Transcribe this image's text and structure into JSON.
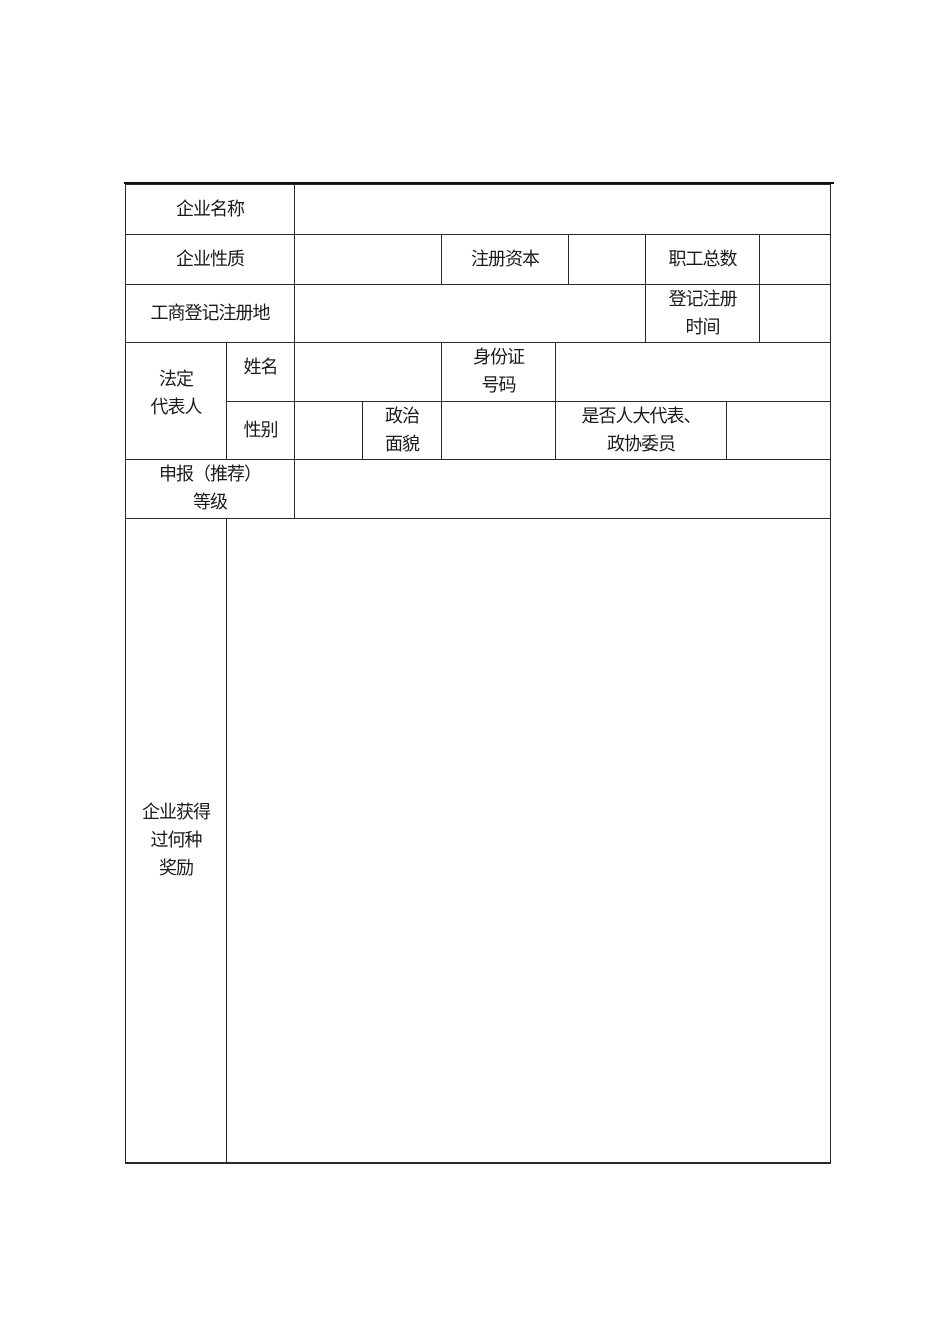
{
  "form": {
    "company_name": {
      "label": "企业名称",
      "value": ""
    },
    "company_type": {
      "label": "企业性质",
      "value": ""
    },
    "registered_capital": {
      "label": "注册资本",
      "value": ""
    },
    "total_employees": {
      "label": "职工总数",
      "value": ""
    },
    "registration_place": {
      "label": "工商登记注册地",
      "value": ""
    },
    "registration_time": {
      "label": "登记注册\n时间",
      "value": ""
    },
    "legal_rep": {
      "label": "法定\n代表人",
      "name": {
        "label": "姓名",
        "value": ""
      },
      "id_number": {
        "label": "身份证\n号码",
        "value": ""
      },
      "gender": {
        "label": "性别",
        "value": ""
      },
      "political_status": {
        "label": "政治\n面貌",
        "value": ""
      },
      "is_deputy": {
        "label": "是否人大代表、\n政协委员",
        "value": ""
      }
    },
    "apply_level": {
      "label": "申报（推荐）\n等级",
      "value": ""
    },
    "awards": {
      "label": "企业获得\n过何种\n奖励",
      "value": ""
    }
  }
}
